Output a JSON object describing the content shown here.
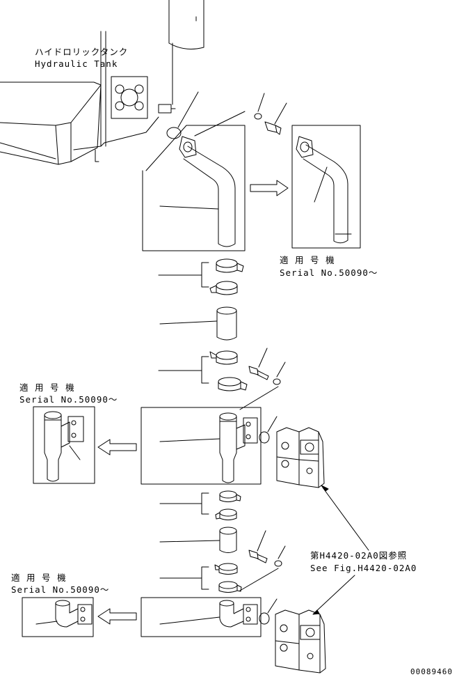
{
  "labels": {
    "tank_jp": "ハイドロリックタンク",
    "tank_en": "Hydraulic Tank",
    "applicable_jp": "適 用 号 機",
    "serial": "Serial No.50090～",
    "see_fig_jp": "第H4420-02A0図参照",
    "see_fig_en": "See Fig.H4420-02A0",
    "drawing_no": "00089460"
  },
  "colors": {
    "ink": "#000000",
    "paper": "#ffffff"
  }
}
